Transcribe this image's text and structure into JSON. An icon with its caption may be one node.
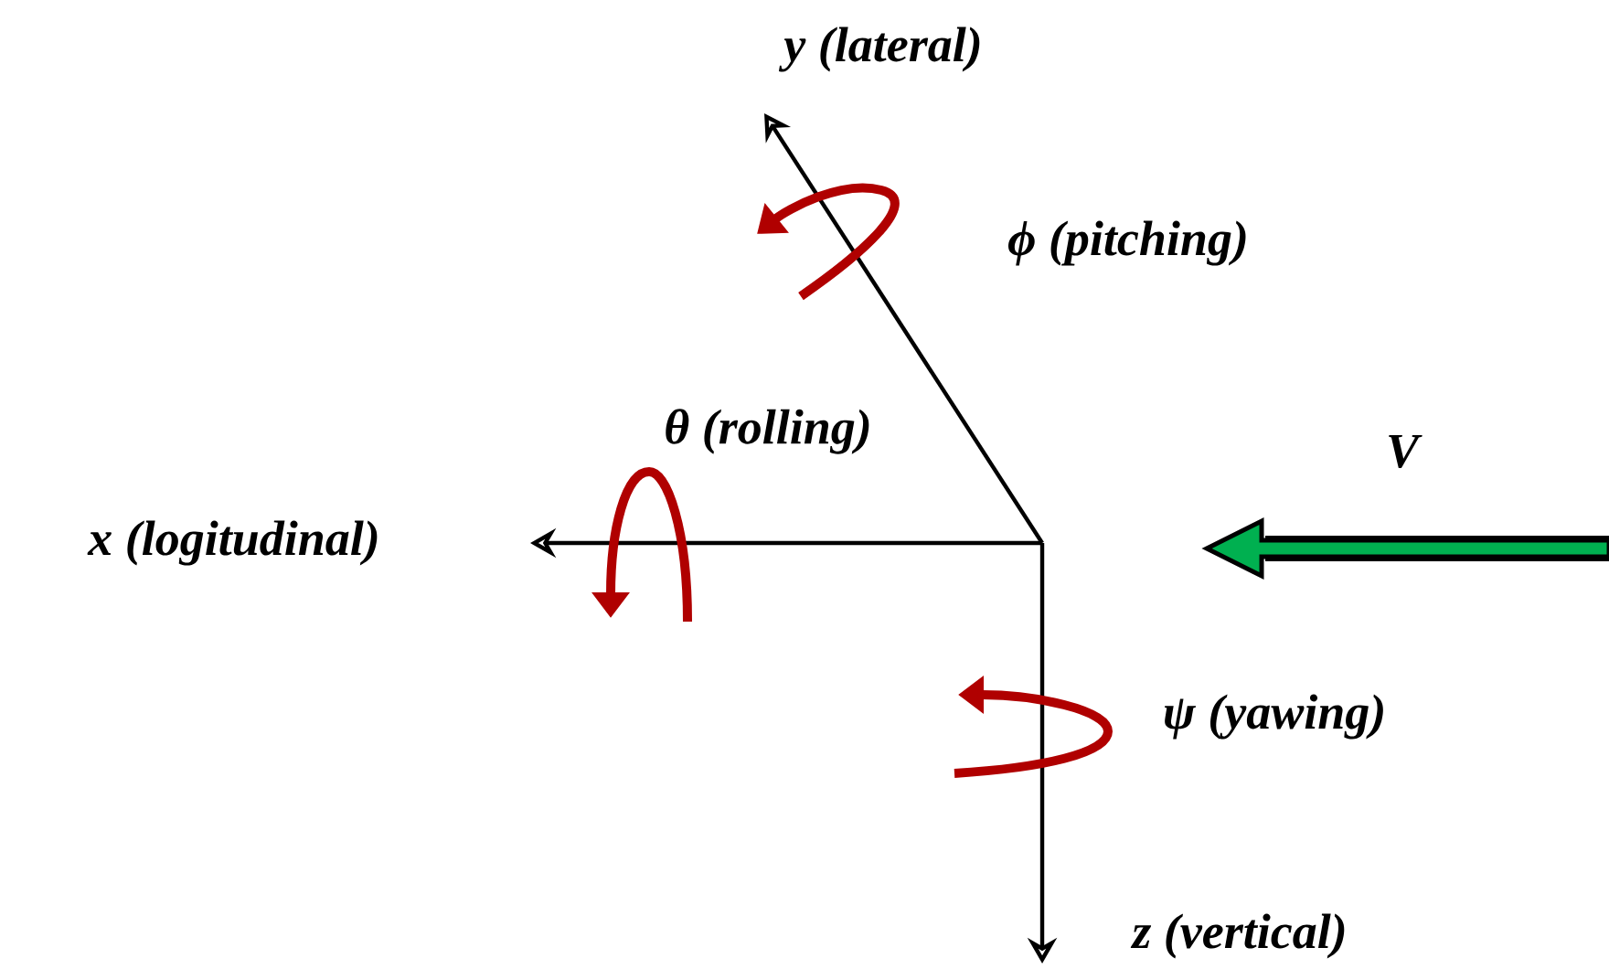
{
  "diagram": {
    "labels": [
      "y (lateral)",
      "ϕ (pitching)",
      "θ (rolling)",
      "V",
      "x (logitudinal)",
      "ψ (yawing)",
      "z (vertical)"
    ]
  }
}
